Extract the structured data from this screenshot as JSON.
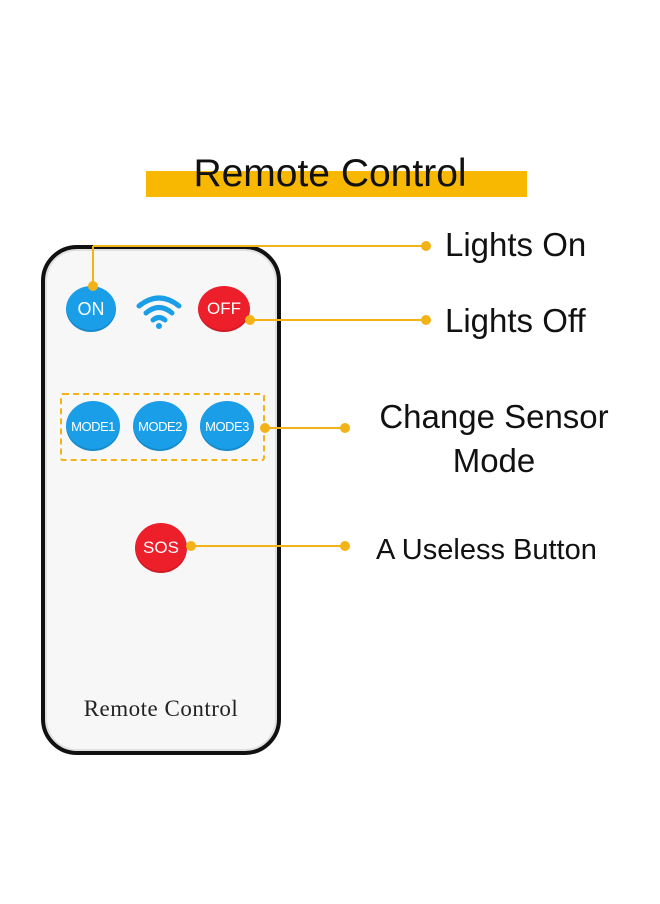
{
  "title": "Remote Control",
  "remote": {
    "buttons": {
      "on": "ON",
      "off": "OFF",
      "mode1": "MODE1",
      "mode2": "MODE2",
      "mode3": "MODE3",
      "sos": "SOS"
    },
    "wifi_icon": "wifi-icon",
    "label": "Remote Control"
  },
  "callouts": {
    "lights_on": "Lights On",
    "lights_off": "Lights Off",
    "change_mode_line1": "Change Sensor",
    "change_mode_line2": "Mode",
    "sos": "A Useless Button"
  },
  "colors": {
    "accent": "#f8b700",
    "blue_button": "#1a9ee8",
    "red_button": "#ec1f2b"
  }
}
